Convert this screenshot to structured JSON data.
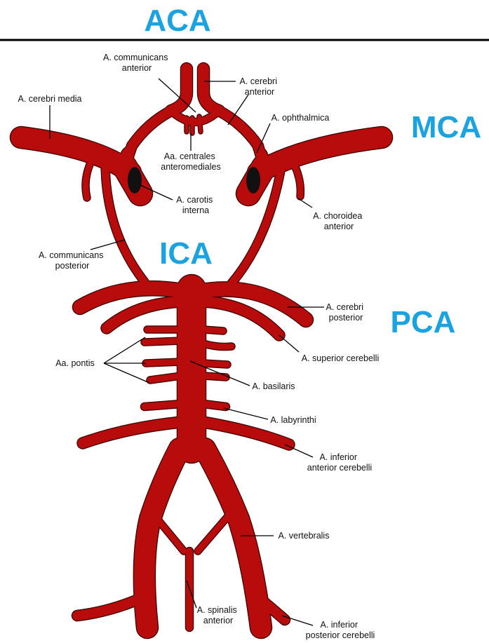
{
  "regions": {
    "aca": "ACA",
    "mca": "MCA",
    "ica": "ICA",
    "pca": "PCA"
  },
  "labels": {
    "a_communicans_anterior": [
      "A. communicans",
      "anterior"
    ],
    "a_cerebri_anterior": [
      "A. cerebri",
      "anterior"
    ],
    "a_cerebri_media": [
      "A. cerebri media"
    ],
    "a_ophthalmica": [
      "A. ophthalmica"
    ],
    "aa_centrales_anteromediales": [
      "Aa. centrales",
      "anteromediales"
    ],
    "a_carotis_interna": [
      "A. carotis",
      "interna"
    ],
    "a_choroidea_anterior": [
      "A. choroidea",
      "anterior"
    ],
    "a_communicans_posterior": [
      "A. communicans",
      "posterior"
    ],
    "a_cerebri_posterior": [
      "A. cerebri",
      "posterior"
    ],
    "a_superior_cerebelli": [
      "A. superior cerebelli"
    ],
    "aa_pontis": [
      "Aa. pontis"
    ],
    "a_basilaris": [
      "A. basilaris"
    ],
    "a_labyrinthi": [
      "A. labyrinthi"
    ],
    "a_inferior_anterior_cerebelli": [
      "A. inferior",
      "anterior cerebelli"
    ],
    "a_vertebralis": [
      "A. vertebralis"
    ],
    "a_spinalis_anterior": [
      "A. spinalis",
      "anterior"
    ],
    "a_inferior_posterior_cerebelli": [
      "A. inferior",
      "posterior cerebelli"
    ]
  },
  "colors": {
    "artery": "#b80b0b",
    "artery_outline": "#3a0000",
    "region_label": "#1aa3de",
    "divider": "#000000"
  }
}
